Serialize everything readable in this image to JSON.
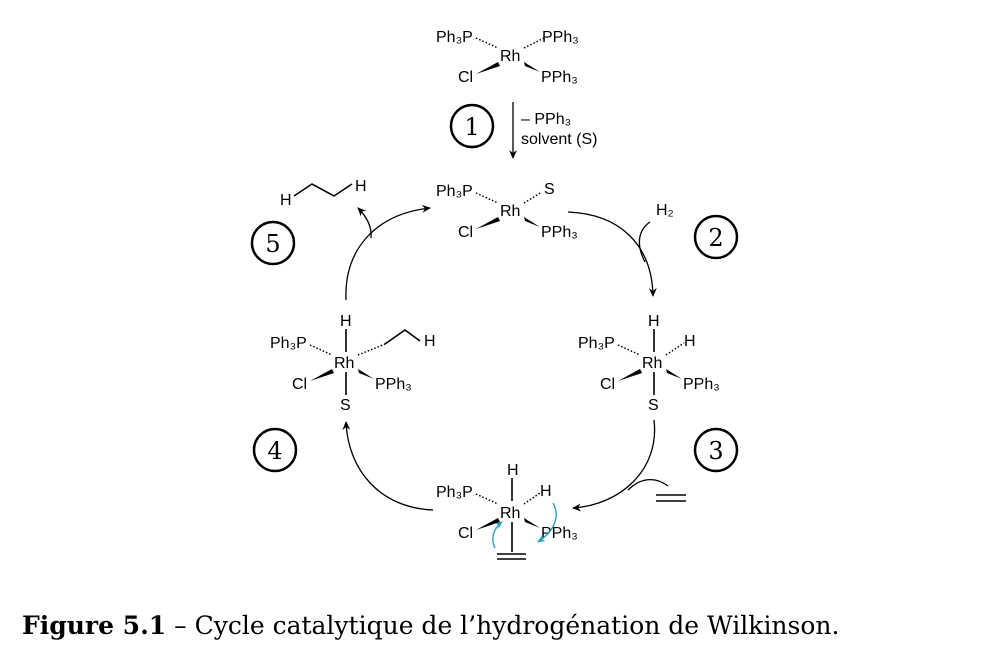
{
  "complex1": {
    "tl": "Ph₃P",
    "tr": "PPh₃",
    "bl": "Cl",
    "br": "PPh₃",
    "metal": "Rh"
  },
  "step1": {
    "number": "1",
    "reagent_line1": "– PPh₃",
    "reagent_line2": "solvent (S)"
  },
  "complex2": {
    "tl": "Ph₃P",
    "tr": "S",
    "bl": "Cl",
    "br": "PPh₃",
    "metal": "Rh"
  },
  "step2": {
    "number": "2",
    "reagent": "H₂"
  },
  "complex3": {
    "top": "H",
    "tl": "Ph₃P",
    "tr": "H",
    "bl": "Cl",
    "br": "PPh₃",
    "bottom": "S",
    "metal": "Rh"
  },
  "step3": {
    "number": "3"
  },
  "complex4": {
    "top": "H",
    "tl": "Ph₃P",
    "tr": "H",
    "bl": "Cl",
    "br": "PPh₃",
    "metal": "Rh"
  },
  "step4": {
    "number": "4"
  },
  "complex5": {
    "top": "H",
    "tl": "Ph₃P",
    "chain_end": "H",
    "bl": "Cl",
    "br": "PPh₃",
    "bottom": "S",
    "metal": "Rh"
  },
  "step5": {
    "number": "5"
  },
  "product": {
    "left": "H",
    "right": "H"
  },
  "caption": {
    "label": "Figure 5.1",
    "text": " – Cycle catalytique de l’hydrogénation de Wilkinson."
  }
}
